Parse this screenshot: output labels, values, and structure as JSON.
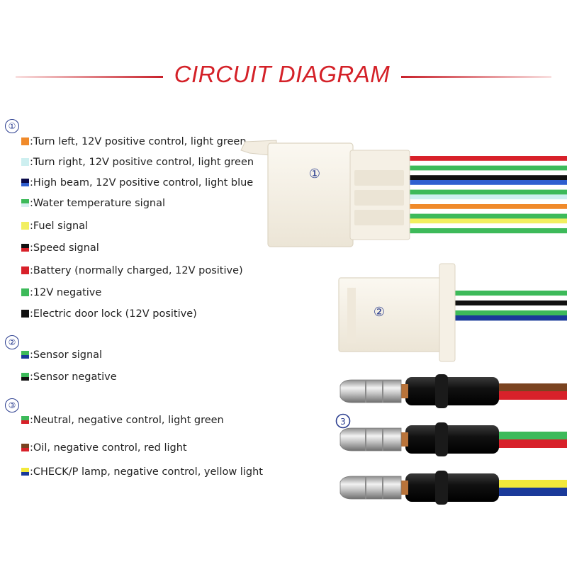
{
  "title": "CIRCUIT DIAGRAM",
  "group_markers": [
    "①",
    "②",
    "③"
  ],
  "groups": [
    {
      "marker": "①",
      "items": [
        {
          "label": ":Turn left, 12V positive control, light green",
          "colors": [
            "#f08a2a",
            "#f08a2a"
          ]
        },
        {
          "label": ":Turn right, 12V positive control, light green",
          "colors": [
            "#cdeff0",
            "#cdeff0"
          ]
        },
        {
          "label": ":High beam, 12V positive control, light blue",
          "colors": [
            "#0a0a4a",
            "#2f5fd0"
          ]
        },
        {
          "label": ":Water temperature signal",
          "colors": [
            "#3dba5a",
            "#d6eef0"
          ]
        },
        {
          "label": ":Fuel signal",
          "colors": [
            "#f2ef60",
            "#f2ef60"
          ]
        },
        {
          "label": ":Speed signal",
          "colors": [
            "#111111",
            "#d8212a"
          ]
        },
        {
          "label": ":Battery (normally charged, 12V positive)",
          "colors": [
            "#d8212a",
            "#d8212a"
          ]
        },
        {
          "label": ":12V negative",
          "colors": [
            "#3dba5a",
            "#3dba5a"
          ]
        },
        {
          "label": ":Electric door lock (12V positive)",
          "colors": [
            "#111111",
            "#111111"
          ]
        }
      ]
    },
    {
      "marker": "②",
      "items": [
        {
          "label": ":Sensor signal",
          "colors": [
            "#3dba5a",
            "#1a3a9a"
          ]
        },
        {
          "label": ":Sensor negative",
          "colors": [
            "#3dba5a",
            "#111111"
          ]
        }
      ]
    },
    {
      "marker": "③",
      "items": [
        {
          "label": ":Neutral, negative control, light green",
          "colors": [
            "#3dba5a",
            "#d8212a"
          ]
        },
        {
          "label": ":Oil, negative control, red light",
          "colors": [
            "#7a4320",
            "#d8212a"
          ]
        },
        {
          "label": ":CHECK/P lamp, negative control, yellow light",
          "colors": [
            "#f2e93a",
            "#1a3a9a"
          ]
        }
      ]
    }
  ],
  "connectors": {
    "c1": {
      "marker": "①",
      "wires": [
        "#d8212a",
        "#ffffff",
        "#3dba5a",
        "#ffffff",
        "#111111",
        "#2f5fd0",
        "#ffffff",
        "#3dba5a",
        "#cdeff0",
        "#ffffff",
        "#f08a2a",
        "#ffffff",
        "#3dba5a",
        "#f2ef60",
        "#ffffff",
        "#3dba5a"
      ]
    },
    "c2": {
      "marker": "②",
      "wires": [
        "#3dba5a",
        "#ffffff",
        "#111111",
        "#ffffff",
        "#3dba5a",
        "#1a3a9a"
      ]
    },
    "c3": {
      "marker": "③",
      "terminals": [
        {
          "wire_top": "#7a4320",
          "wire_bottom": "#d8212a"
        },
        {
          "wire_top": "#3dba5a",
          "wire_bottom": "#d8212a"
        },
        {
          "wire_top": "#f2e93a",
          "wire_bottom": "#1a3a9a"
        }
      ]
    }
  },
  "colors": {
    "title": "#d42128",
    "marker": "#2a3d8f",
    "connector_body": "#f7f2e8"
  }
}
